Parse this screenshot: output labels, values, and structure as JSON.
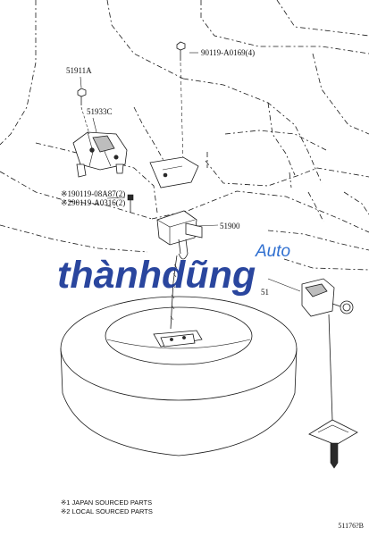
{
  "parts": {
    "p51911A": "51911A",
    "p51933C": "51933C",
    "p90119_A0169": "90119-A0169(4)",
    "p90119_08A87": "※190119-08A87(2)",
    "p90119_A0316": "※290119-A0316(2)",
    "p51900": "51900",
    "p51_partial": "51"
  },
  "notes": {
    "note1": "※1 JAPAN SOURCED PARTS",
    "note2": "※2 LOCAL SOURCED PARTS"
  },
  "figure_code": "51176?B",
  "watermark": {
    "main": "thànhdũng",
    "sub": "Auto",
    "main_color": "#1f3d99",
    "sub_color": "#2f6fd0"
  }
}
